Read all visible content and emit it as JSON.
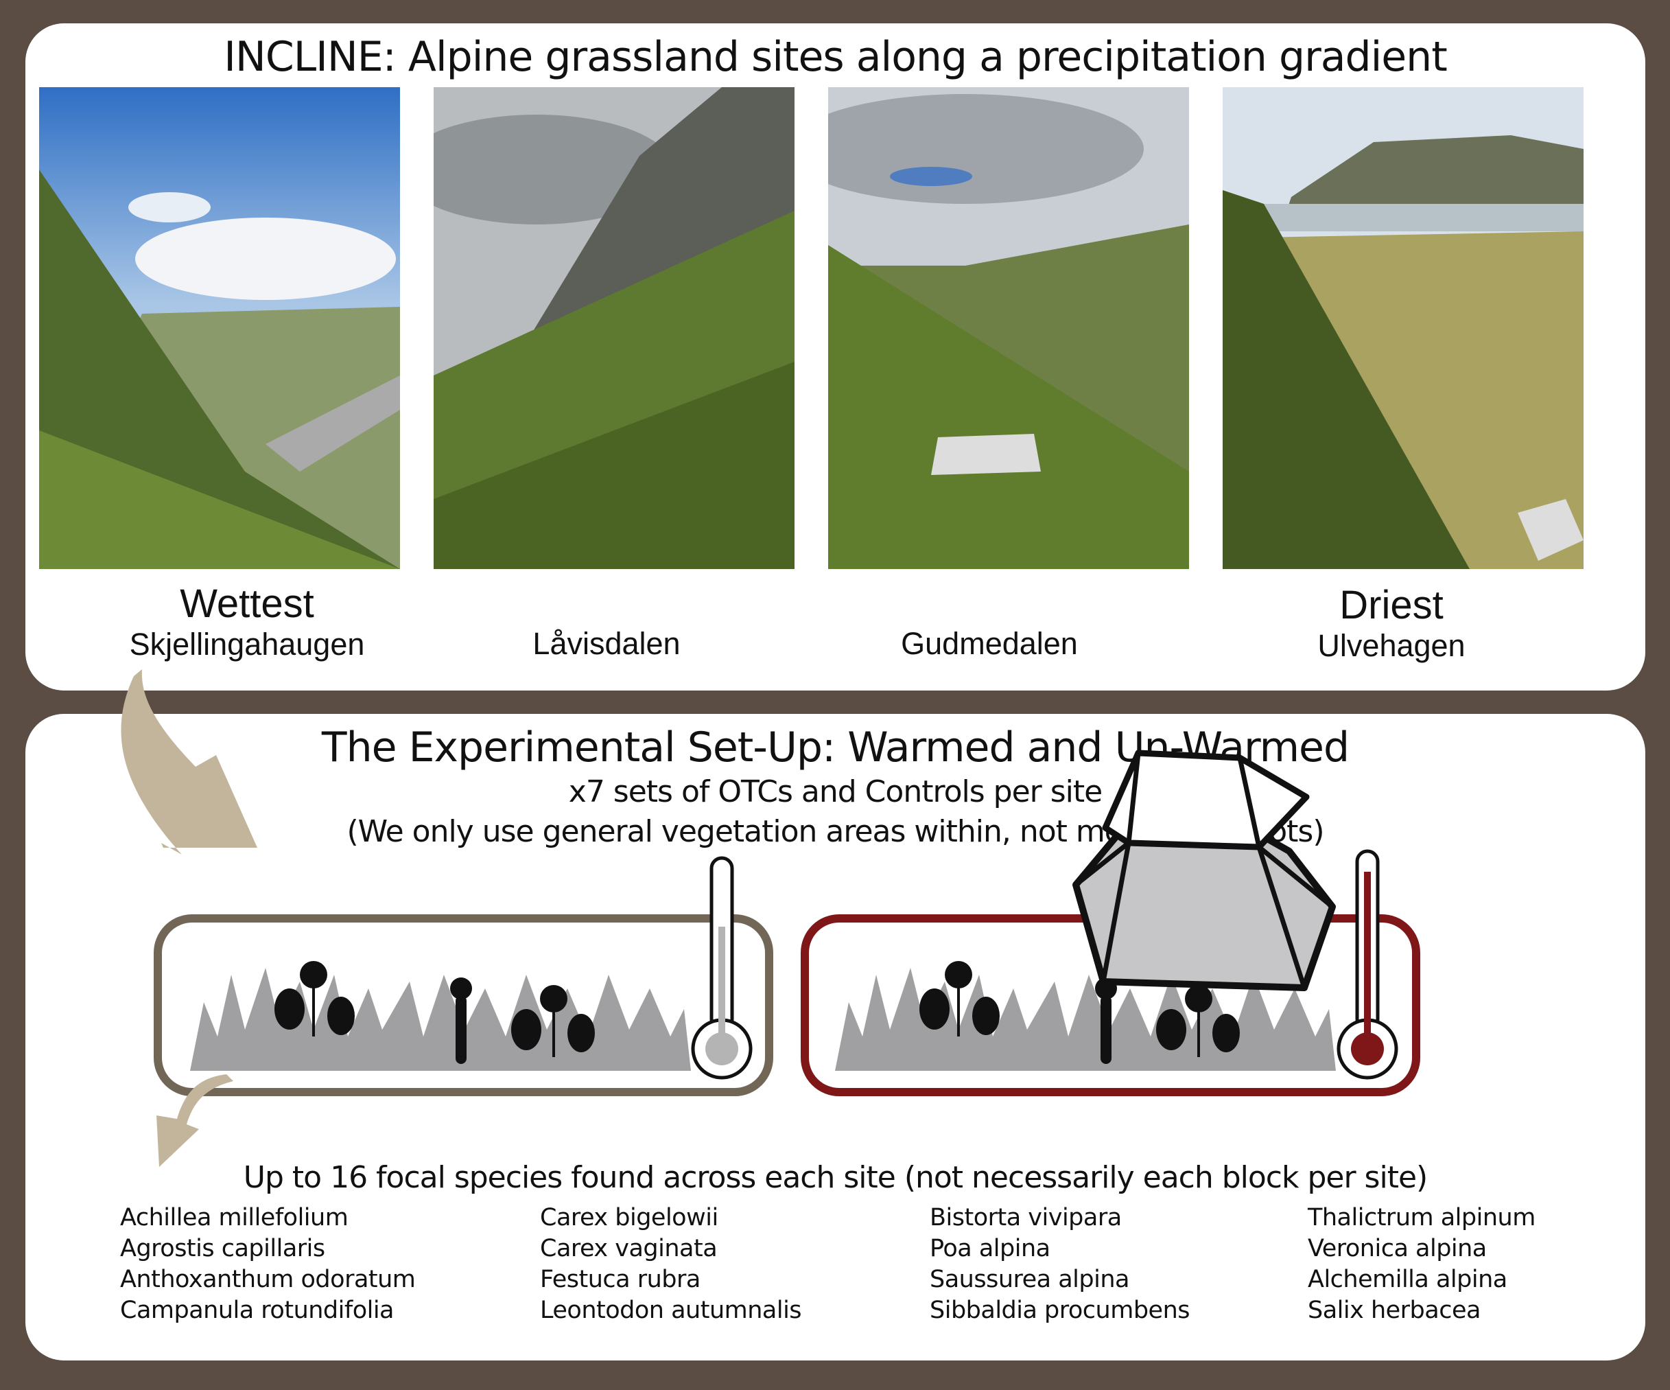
{
  "top_panel": {
    "title": "INCLINE: Alpine grassland sites along a precipitation gradient",
    "sites": [
      {
        "gradient_label": "Wettest",
        "name": "Skjellingahaugen"
      },
      {
        "gradient_label": "",
        "name": "Låvisdalen"
      },
      {
        "gradient_label": "",
        "name": "Gudmedalen"
      },
      {
        "gradient_label": "Driest",
        "name": "Ulvehagen"
      }
    ]
  },
  "bottom_panel": {
    "title": "The Experimental Set-Up: Warmed and Un-Warmed",
    "subtitle": "x7 sets of OTCs and Controls per site",
    "note": "(We only use general vegetation areas within, not monitoring plots)",
    "species_header": "Up to 16  focal species found across each site (not necessarily each block per site)",
    "species_columns": [
      [
        "Achillea millefolium",
        "Agrostis capillaris",
        "Anthoxanthum odoratum",
        "Campanula rotundifolia"
      ],
      [
        "Carex bigelowii",
        "Carex vaginata",
        "Festuca rubra",
        "Leontodon autumnalis"
      ],
      [
        "Bistorta vivipara",
        "Poa alpina",
        "Saussurea alpina",
        "Sibbaldia procumbens"
      ],
      [
        "Thalictrum alpinum",
        "Veronica alpina",
        "Alchemilla alpina",
        "Salix herbacea"
      ]
    ]
  },
  "colors": {
    "frame": "#5c4d44",
    "control": "#726656",
    "warmed": "#7f1718",
    "arrow": "#c2b59b",
    "grass": "#a0a0a2"
  }
}
